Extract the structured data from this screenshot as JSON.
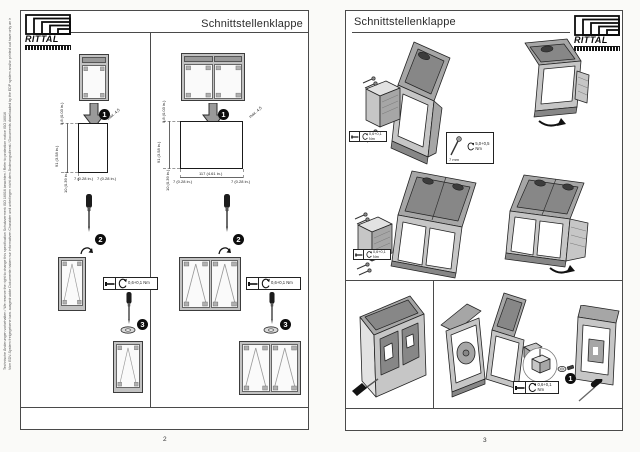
{
  "brand": {
    "name": "RITTAL"
  },
  "page2": {
    "number": "2",
    "title": "Schnittstellenklappe",
    "side_note_1": "Technische Änderungen vorbehalten / We reserve the right to change this specification      Schutzvermerk ISO 16016 beachten / Refer to protection notice ISO 16016",
    "side_note_2": "Vom EDV-System freigegebene bzw. ausgedruckte Dokumente haben nur informativen Charakter und unterliegen nicht dem Änderungsdienst / Documents downloaded by the EDP system and/or printed out have only an informative character and are not subject to the updating service",
    "steps": {
      "one": "1",
      "two": "2",
      "three": "3"
    },
    "dims": {
      "height": "91 (3.58 in.)",
      "top_offset": "0,8 (0.03 in.)",
      "bottom_offset": "10 (0.39 in.)",
      "corner": "7 (0.28 in.)",
      "double_width": "117 (4.61 in.)",
      "panel_thickness": "max. 4,5"
    },
    "torque": "0,6+0,1 Nm"
  },
  "page3": {
    "number": "3",
    "title": "Schnittstellenklappe",
    "torque_small": "0,6+0,1 Nm",
    "torque_large": "5,0+0,5 Nm",
    "tool_size": "7 mm",
    "step_one": "1"
  },
  "colors": {
    "paper": "#ffffff",
    "ink": "#1c1c1c",
    "metal_light": "#e2e2e2",
    "metal_mid": "#c6c6c6",
    "metal_dark": "#878787",
    "badge": "#0d0d0d"
  }
}
